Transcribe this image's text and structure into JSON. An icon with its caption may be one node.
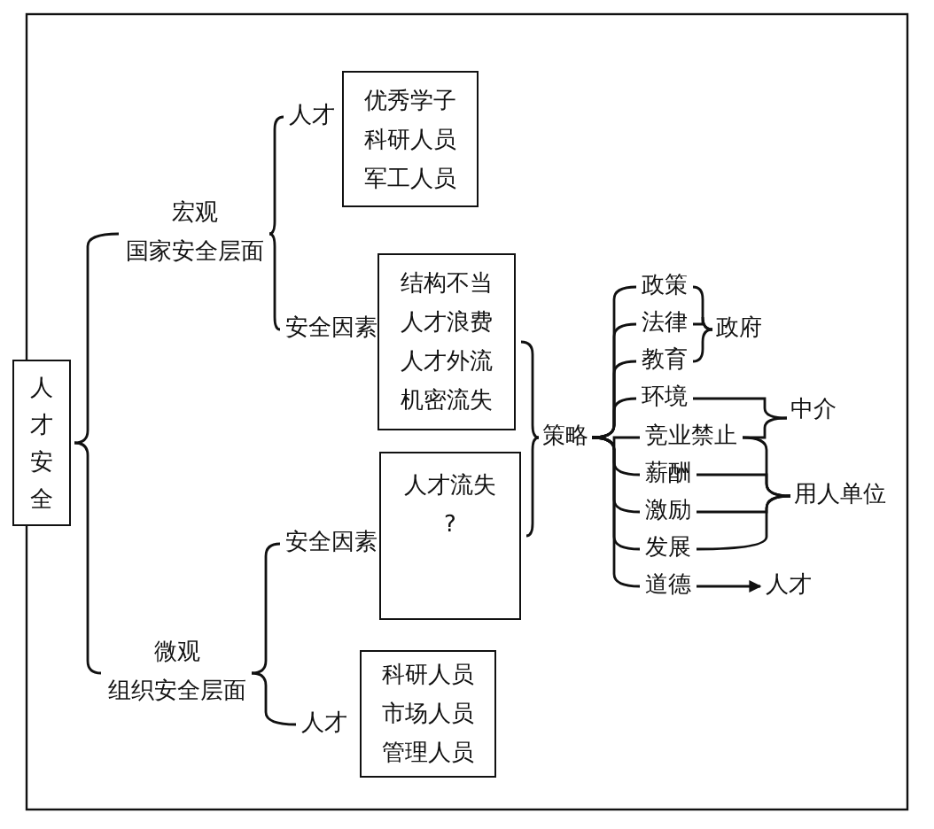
{
  "diagram": {
    "nodes": [
      {
        "text": [
          "人才安全"
        ]
      },
      {
        "text": [
          "宏观",
          "国家安全层面"
        ]
      },
      {
        "text": [
          "微观",
          "组织安全层面"
        ]
      },
      {
        "text": [
          "人才"
        ]
      },
      {
        "text": [
          "优秀学子",
          "科研人员",
          "军工人员"
        ]
      },
      {
        "text": [
          "安全因素"
        ]
      },
      {
        "text": [
          "结构不当",
          "人才浪费",
          "人才外流",
          "机密流失"
        ]
      },
      {
        "text": [
          "安全因素"
        ]
      },
      {
        "text": [
          "人才流失",
          "?"
        ]
      },
      {
        "text": [
          "人才"
        ]
      },
      {
        "text": [
          "科研人员",
          "市场人员",
          "管理人员"
        ]
      },
      {
        "text": [
          "策略"
        ]
      },
      {
        "text": [
          "政策"
        ]
      },
      {
        "text": [
          "法律"
        ]
      },
      {
        "text": [
          "教育"
        ]
      },
      {
        "text": [
          "环境"
        ]
      },
      {
        "text": [
          "竞业禁止"
        ]
      },
      {
        "text": [
          "薪酬"
        ]
      },
      {
        "text": [
          "激励"
        ]
      },
      {
        "text": [
          "发展"
        ]
      },
      {
        "text": [
          "道德"
        ]
      },
      {
        "text": [
          "政府"
        ]
      },
      {
        "text": [
          "中介"
        ]
      },
      {
        "text": [
          "用人单位"
        ]
      },
      {
        "text": [
          "人才"
        ]
      }
    ],
    "edges": [
      {
        "from": 0,
        "to": 1,
        "arrow": "none"
      },
      {
        "from": 0,
        "to": 2,
        "arrow": "none"
      },
      {
        "from": 1,
        "to": 3,
        "arrow": "none"
      },
      {
        "from": 1,
        "to": 5,
        "arrow": "none"
      },
      {
        "from": 2,
        "to": 7,
        "arrow": "none"
      },
      {
        "from": 2,
        "to": 9,
        "arrow": "none"
      },
      {
        "from": 6,
        "to": 11,
        "arrow": "none"
      },
      {
        "from": 8,
        "to": 11,
        "arrow": "none"
      },
      {
        "from": 11,
        "to": 12,
        "arrow": "none"
      },
      {
        "from": 11,
        "to": 13,
        "arrow": "none"
      },
      {
        "from": 11,
        "to": 14,
        "arrow": "none"
      },
      {
        "from": 11,
        "to": 15,
        "arrow": "none"
      },
      {
        "from": 11,
        "to": 16,
        "arrow": "none"
      },
      {
        "from": 11,
        "to": 17,
        "arrow": "none"
      },
      {
        "from": 11,
        "to": 18,
        "arrow": "none"
      },
      {
        "from": 11,
        "to": 19,
        "arrow": "none"
      },
      {
        "from": 11,
        "to": 20,
        "arrow": "none"
      },
      {
        "from": 12,
        "to": 21,
        "arrow": "none"
      },
      {
        "from": 13,
        "to": 21,
        "arrow": "none"
      },
      {
        "from": 14,
        "to": 21,
        "arrow": "none"
      },
      {
        "from": 15,
        "to": 22,
        "arrow": "none"
      },
      {
        "from": 16,
        "to": 22,
        "arrow": "none"
      },
      {
        "from": 16,
        "to": 23,
        "arrow": "none"
      },
      {
        "from": 17,
        "to": 23,
        "arrow": "none"
      },
      {
        "from": 18,
        "to": 23,
        "arrow": "none"
      },
      {
        "from": 19,
        "to": 23,
        "arrow": "none"
      },
      {
        "from": 20,
        "to": 24,
        "arrow": "to"
      }
    ]
  }
}
